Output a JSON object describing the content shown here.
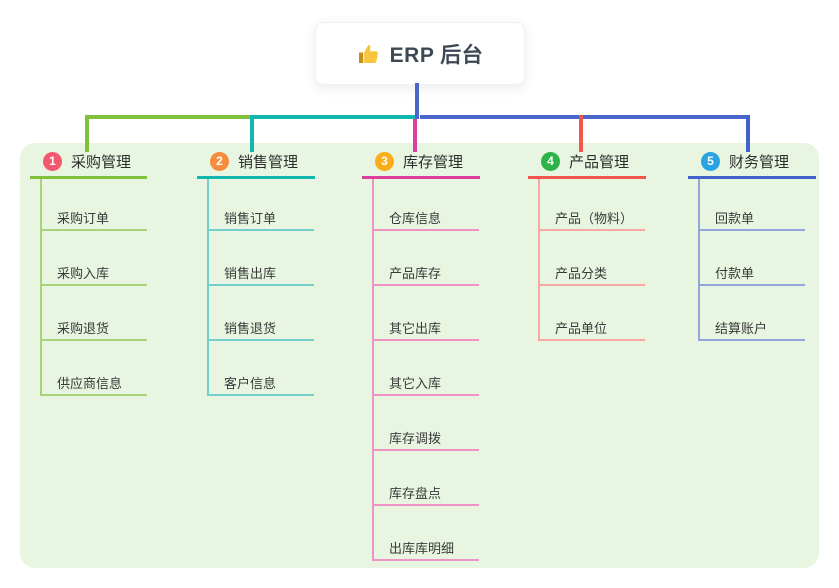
{
  "root": {
    "icon": "thumbs-up-icon",
    "label": "ERP 后台"
  },
  "panel": {
    "background": "#e8f6e1"
  },
  "connector": {
    "root_line_color": "#4a66cb"
  },
  "branches": [
    {
      "num": "1",
      "label": "采购管理",
      "badge_color": "#f4586e",
      "line_color": "#7fc13d",
      "sub_line_color": "#a9d37b",
      "children": [
        "采购订单",
        "采购入库",
        "采购退货",
        "供应商信息"
      ]
    },
    {
      "num": "2",
      "label": "销售管理",
      "badge_color": "#f68c3e",
      "line_color": "#12b8af",
      "sub_line_color": "#72cfc9",
      "children": [
        "销售订单",
        "销售出库",
        "销售退货",
        "客户信息"
      ]
    },
    {
      "num": "3",
      "label": "库存管理",
      "badge_color": "#fbad18",
      "line_color": "#dd3f9e",
      "sub_line_color": "#ef93c6",
      "children": [
        "仓库信息",
        "产品库存",
        "其它出库",
        "其它入库",
        "库存调拨",
        "库存盘点",
        "出库库明细"
      ]
    },
    {
      "num": "4",
      "label": "产品管理",
      "badge_color": "#2eb34a",
      "line_color": "#f4564c",
      "sub_line_color": "#f8a8a1",
      "children": [
        "产品（物料）",
        "产品分类",
        "产品单位"
      ]
    },
    {
      "num": "5",
      "label": "财务管理",
      "badge_color": "#2aa3e3",
      "line_color": "#4161cb",
      "sub_line_color": "#92a6da",
      "children": [
        "回款单",
        "付款单",
        "结算账户"
      ]
    }
  ]
}
